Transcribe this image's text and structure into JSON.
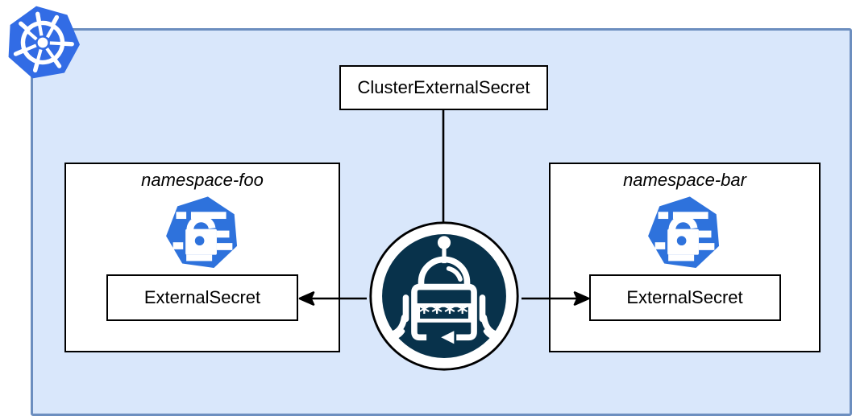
{
  "diagram": {
    "cluster_node_label": "ClusterExternalSecret",
    "operator_password_text": "****",
    "namespaces": [
      {
        "name": "namespace-foo",
        "resource_label": "ExternalSecret"
      },
      {
        "name": "namespace-bar",
        "resource_label": "ExternalSecret"
      }
    ]
  },
  "icons": {
    "kubernetes_logo": "kubernetes-helm-wheel",
    "external_secret_crd": "heptagon-padlock",
    "operator": "external-secrets-robot"
  },
  "colors": {
    "cluster_fill": "#D9E7FB",
    "cluster_border": "#6C8EBF",
    "kubernetes_blue": "#326CE5",
    "external_secret_icon_blue": "#2E72DC",
    "operator_disc_navy": "#08324B",
    "node_border": "#000000",
    "node_fill": "#FFFFFF",
    "connector": "#000000"
  }
}
